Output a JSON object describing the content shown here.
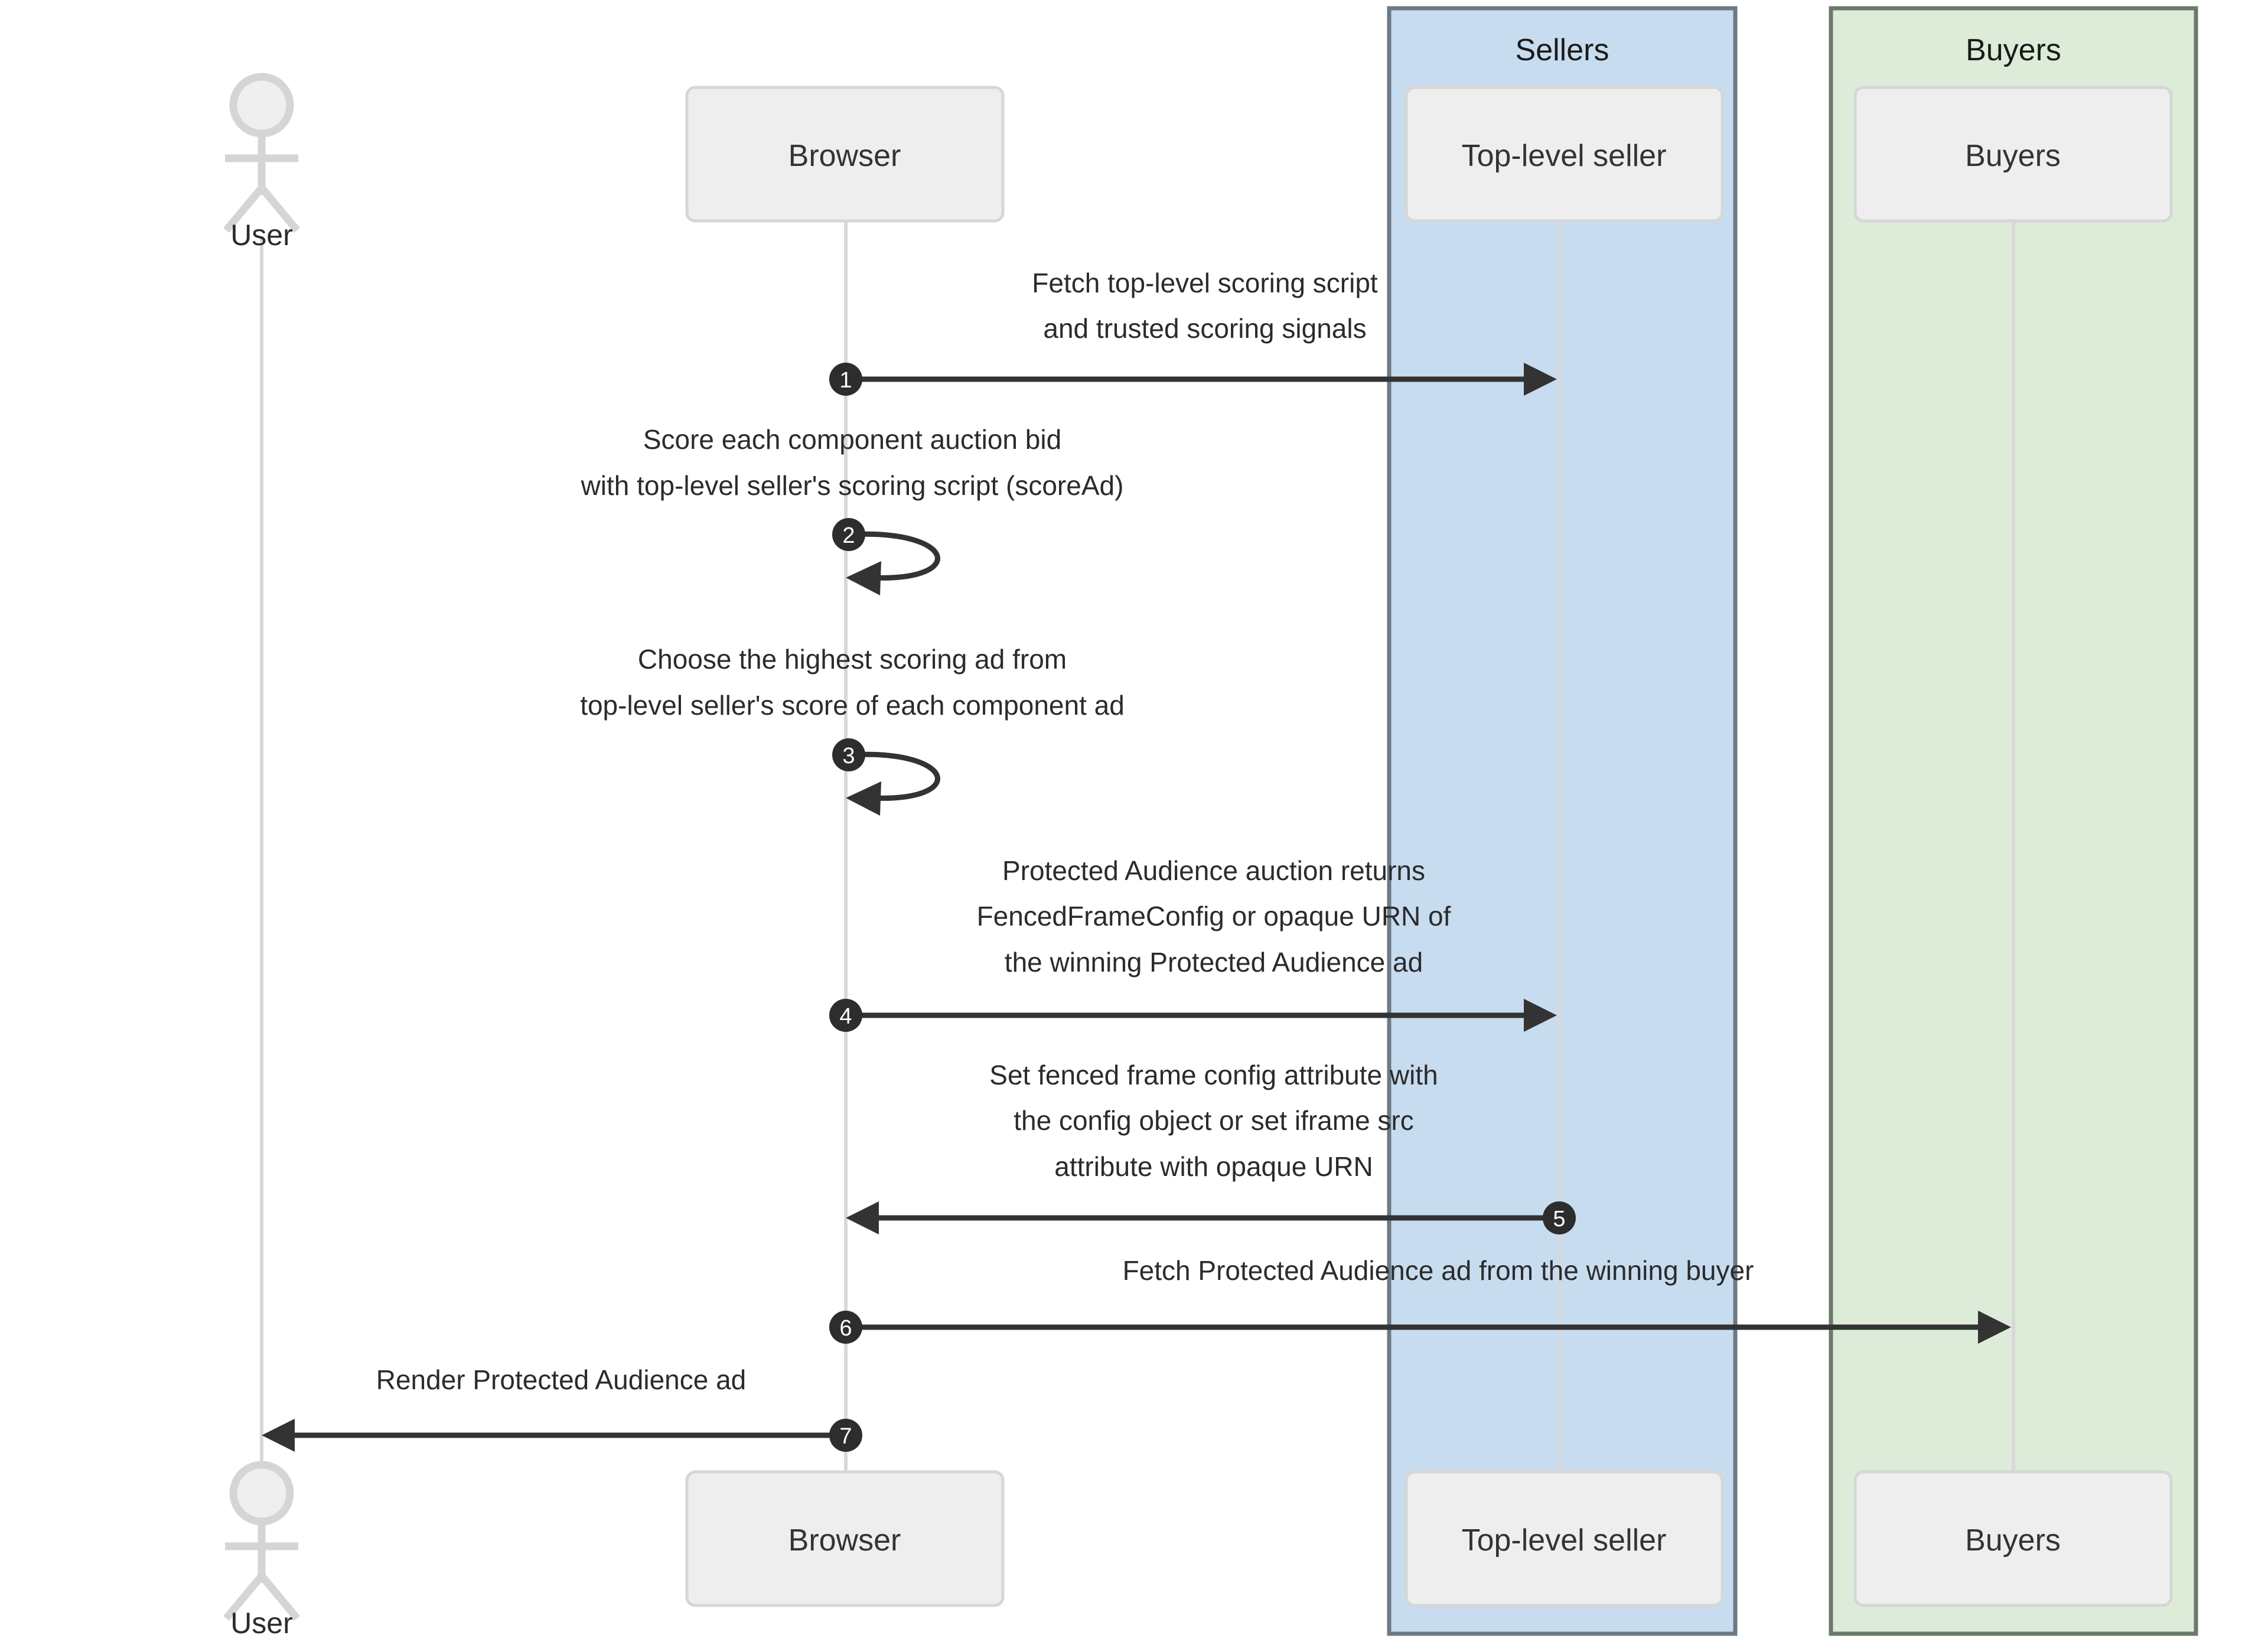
{
  "diagram": {
    "type": "sequence-diagram",
    "title": "Protected Audience top-level auction sequence"
  },
  "colors": {
    "sellers_group_fill": "#c8dcf0",
    "sellers_group_stroke": "#6b7a85",
    "buyers_group_fill": "#dcecd8",
    "buyers_group_stroke": "#6b7a6b",
    "node_fill": "#eeeeee",
    "node_stroke": "#d6d6d6",
    "lifeline": "#d8d8d8",
    "arrow": "#333333",
    "badge": "#2d2d2d",
    "badge_text": "#ffffff",
    "text": "#2b2b2b",
    "actor_stroke": "#d5d5d5",
    "actor_fill": "#efefef"
  },
  "groups": [
    {
      "id": "sellers",
      "label": "Sellers"
    },
    {
      "id": "buyers",
      "label": "Buyers"
    }
  ],
  "participants": [
    {
      "id": "user",
      "label": "User",
      "kind": "actor"
    },
    {
      "id": "browser",
      "label": "Browser",
      "kind": "box"
    },
    {
      "id": "top_level_seller",
      "label": "Top-level seller",
      "kind": "box",
      "group": "sellers"
    },
    {
      "id": "buyers",
      "label": "Buyers",
      "kind": "box",
      "group": "buyers"
    }
  ],
  "participants_bottom": [
    {
      "id": "user",
      "label": "User",
      "kind": "actor"
    },
    {
      "id": "browser",
      "label": "Browser",
      "kind": "box"
    },
    {
      "id": "top_level_seller",
      "label": "Top-level seller",
      "kind": "box",
      "group": "sellers"
    },
    {
      "id": "buyers",
      "label": "Buyers",
      "kind": "box",
      "group": "buyers"
    }
  ],
  "messages": [
    {
      "number": "1",
      "from": "browser",
      "to": "top_level_seller",
      "direction": "right",
      "kind": "arrow",
      "lines": [
        "Fetch top-level scoring script",
        "and trusted scoring signals"
      ]
    },
    {
      "number": "2",
      "from": "browser",
      "to": "browser",
      "direction": "self",
      "kind": "self-loop",
      "lines": [
        "Score each component auction bid",
        "with top-level seller's scoring script (scoreAd)"
      ]
    },
    {
      "number": "3",
      "from": "browser",
      "to": "browser",
      "direction": "self",
      "kind": "self-loop",
      "lines": [
        "Choose the highest scoring ad from",
        "top-level seller's score of each component ad"
      ]
    },
    {
      "number": "4",
      "from": "browser",
      "to": "top_level_seller",
      "direction": "right",
      "kind": "arrow",
      "lines": [
        "Protected Audience auction returns",
        "FencedFrameConfig or opaque URN of",
        "the winning Protected Audience ad"
      ]
    },
    {
      "number": "5",
      "from": "top_level_seller",
      "to": "browser",
      "direction": "left",
      "kind": "arrow",
      "lines": [
        "Set fenced frame config attribute with",
        "the config object or set iframe src",
        "attribute with opaque URN"
      ]
    },
    {
      "number": "6",
      "from": "browser",
      "to": "buyers",
      "direction": "right",
      "kind": "arrow",
      "lines": [
        "Fetch Protected Audience ad from the winning buyer"
      ]
    },
    {
      "number": "7",
      "from": "browser",
      "to": "user",
      "direction": "left",
      "kind": "arrow",
      "lines": [
        "Render Protected Audience ad"
      ]
    }
  ]
}
